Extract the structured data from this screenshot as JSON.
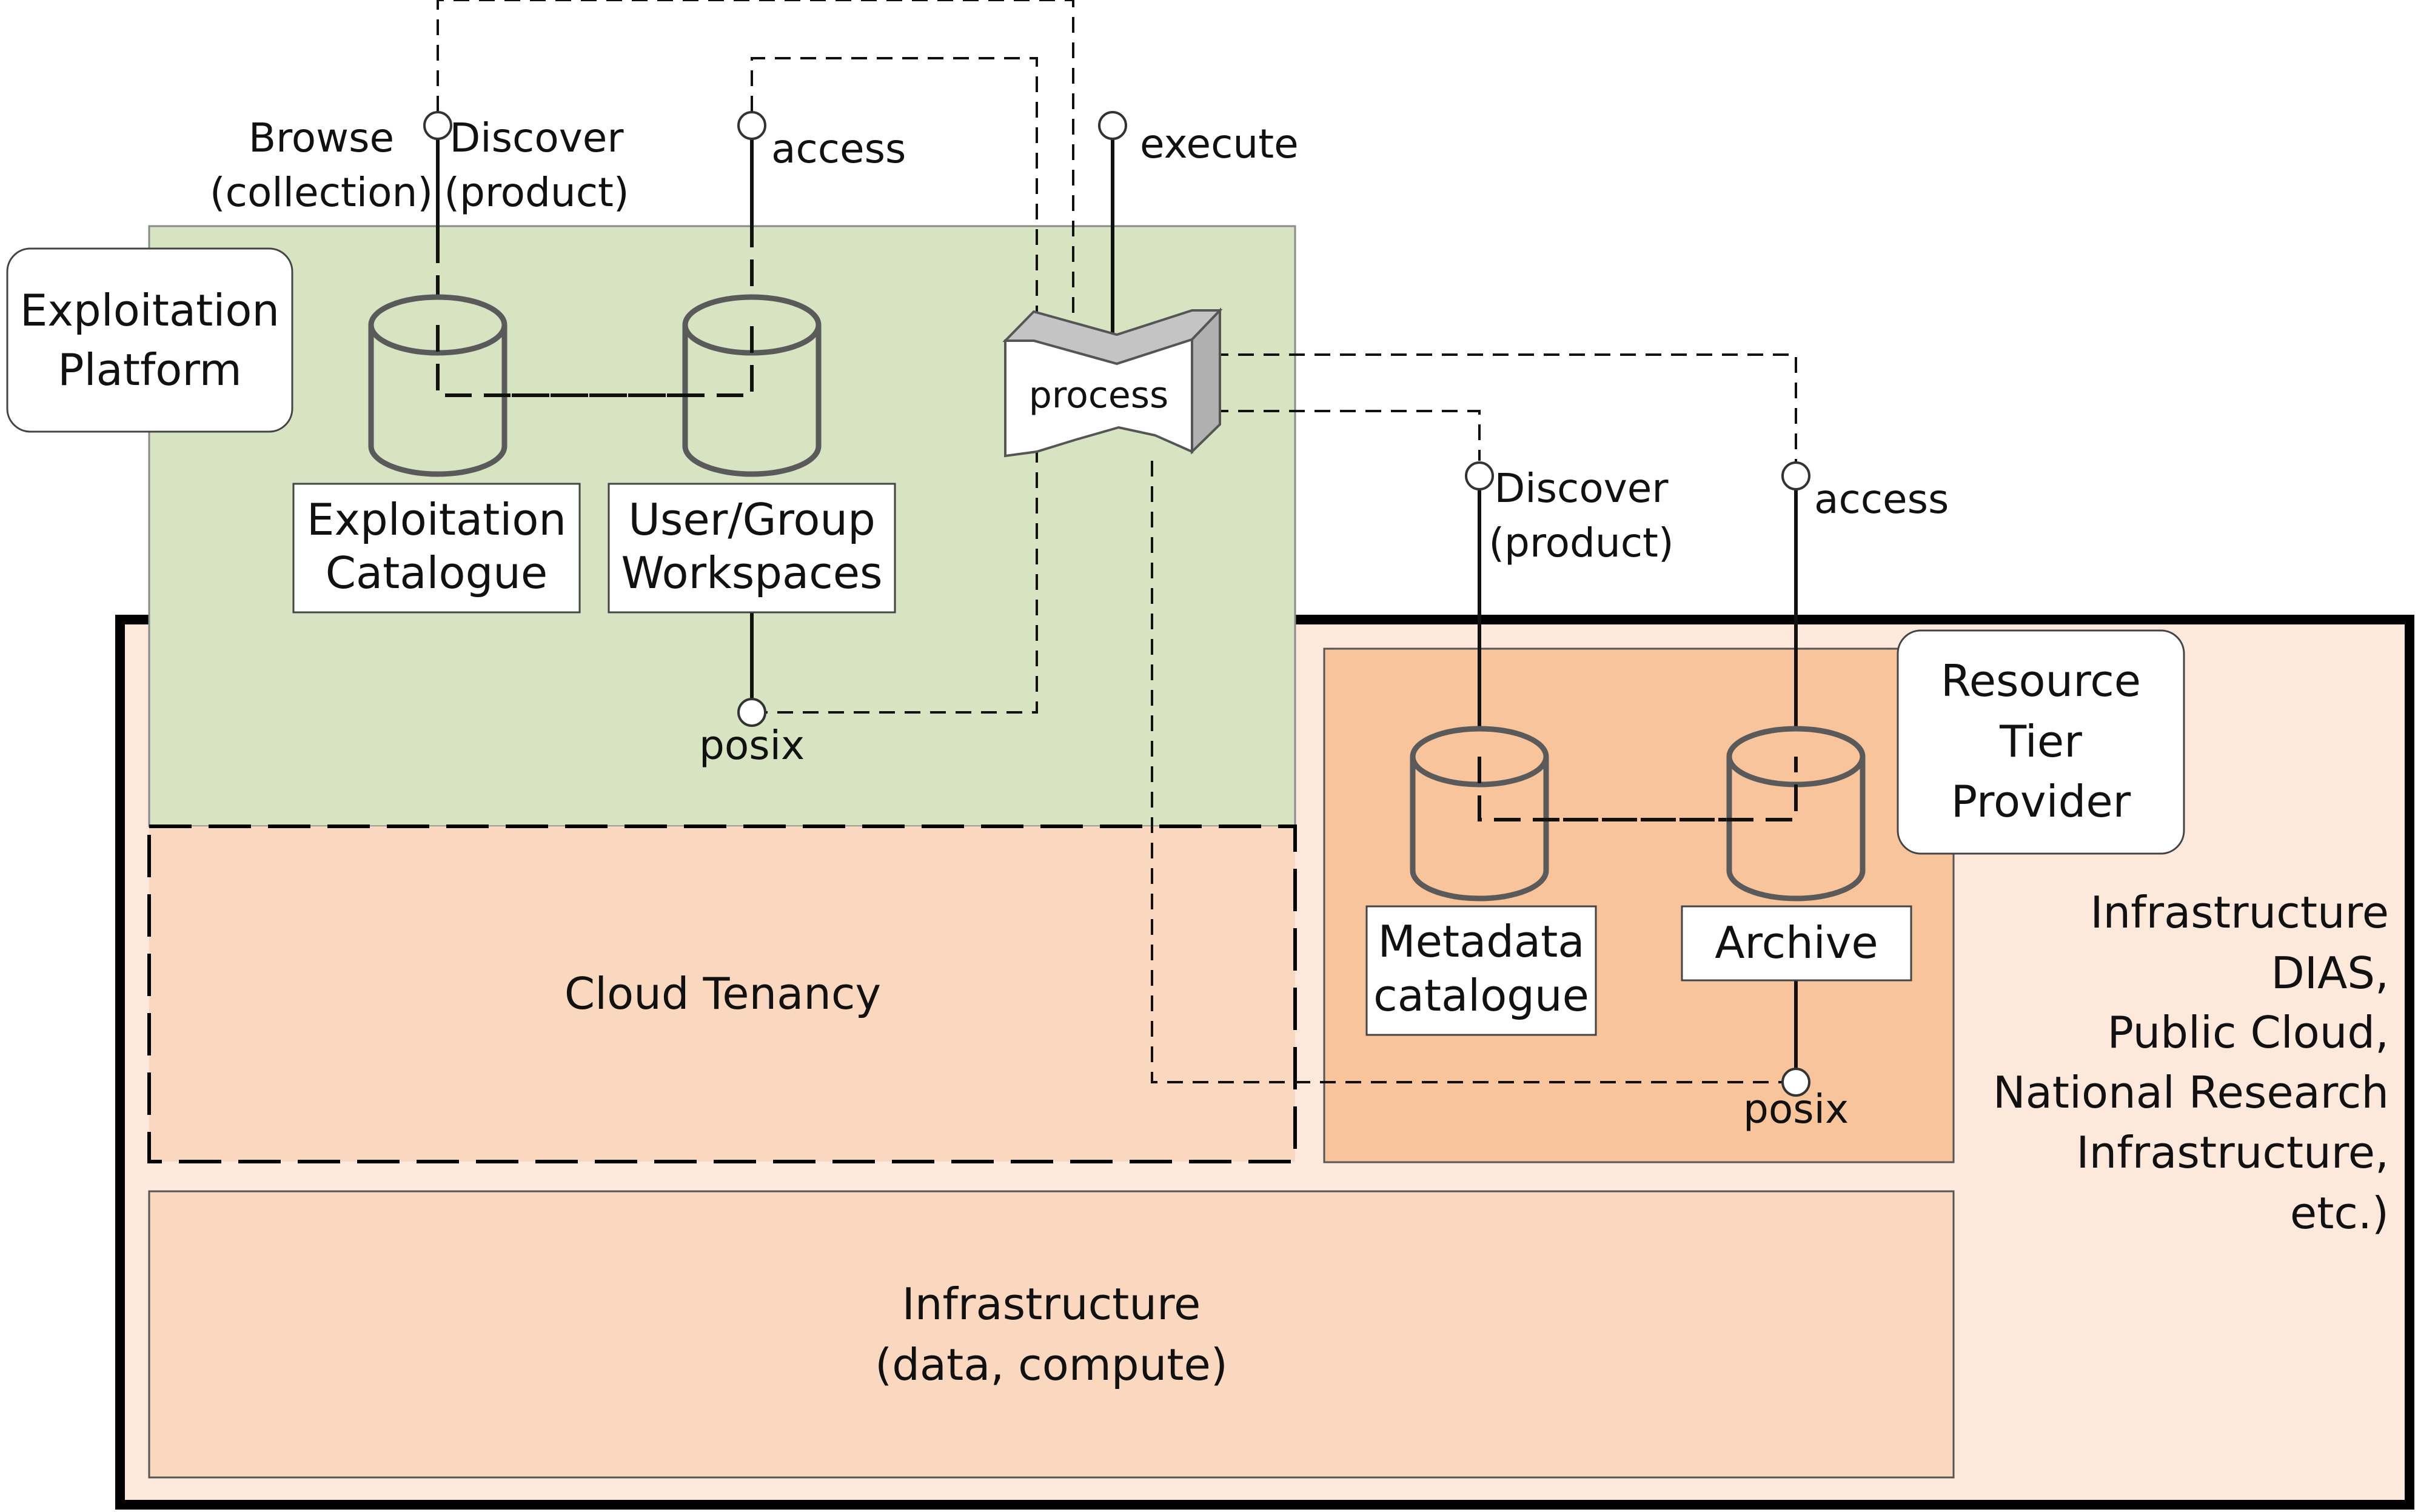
{
  "colors": {
    "platform_fill": "#d7e3c1",
    "infra_outer_fill": "#fce9dc",
    "tenancy_fill": "#f9d8bf",
    "resource_tier_fill": "#f7c49b",
    "infrastructure_fill": "#f9d8bf",
    "line": "#111111",
    "cylinder_stroke": "#5a5a5a"
  },
  "exploitation_platform": {
    "label_line1": "Exploitation",
    "label_line2": "Platform"
  },
  "exploitation_catalogue": {
    "line1": "Exploitation",
    "line2": "Catalogue"
  },
  "user_workspaces": {
    "line1": "User/Group",
    "line2": "Workspaces"
  },
  "process": {
    "label": "process"
  },
  "interfaces": {
    "browse_line1": "Browse",
    "browse_line2": "(collection)",
    "discover_line1": "Discover",
    "discover_line2": "(product)",
    "access": "access",
    "execute": "execute",
    "posix_workspace": "posix",
    "rt_discover_line1": "Discover",
    "rt_discover_line2": "(product)",
    "rt_access": "access",
    "posix_archive": "posix"
  },
  "resource_tier_provider": {
    "line1": "Resource",
    "line2": "Tier",
    "line3": "Provider"
  },
  "metadata_catalogue": {
    "line1": "Metadata",
    "line2": "catalogue"
  },
  "archive": {
    "label": "Archive"
  },
  "cloud_tenancy": {
    "label": "Cloud Tenancy"
  },
  "infrastructure": {
    "line1": "Infrastructure",
    "line2": "(data, compute)"
  },
  "infrastructure_provider_note": {
    "line1": "Infrastructure",
    "line2": "DIAS,",
    "line3": "Public Cloud,",
    "line4": "National Research",
    "line5": "Infrastructure,",
    "line6": "etc.)"
  }
}
